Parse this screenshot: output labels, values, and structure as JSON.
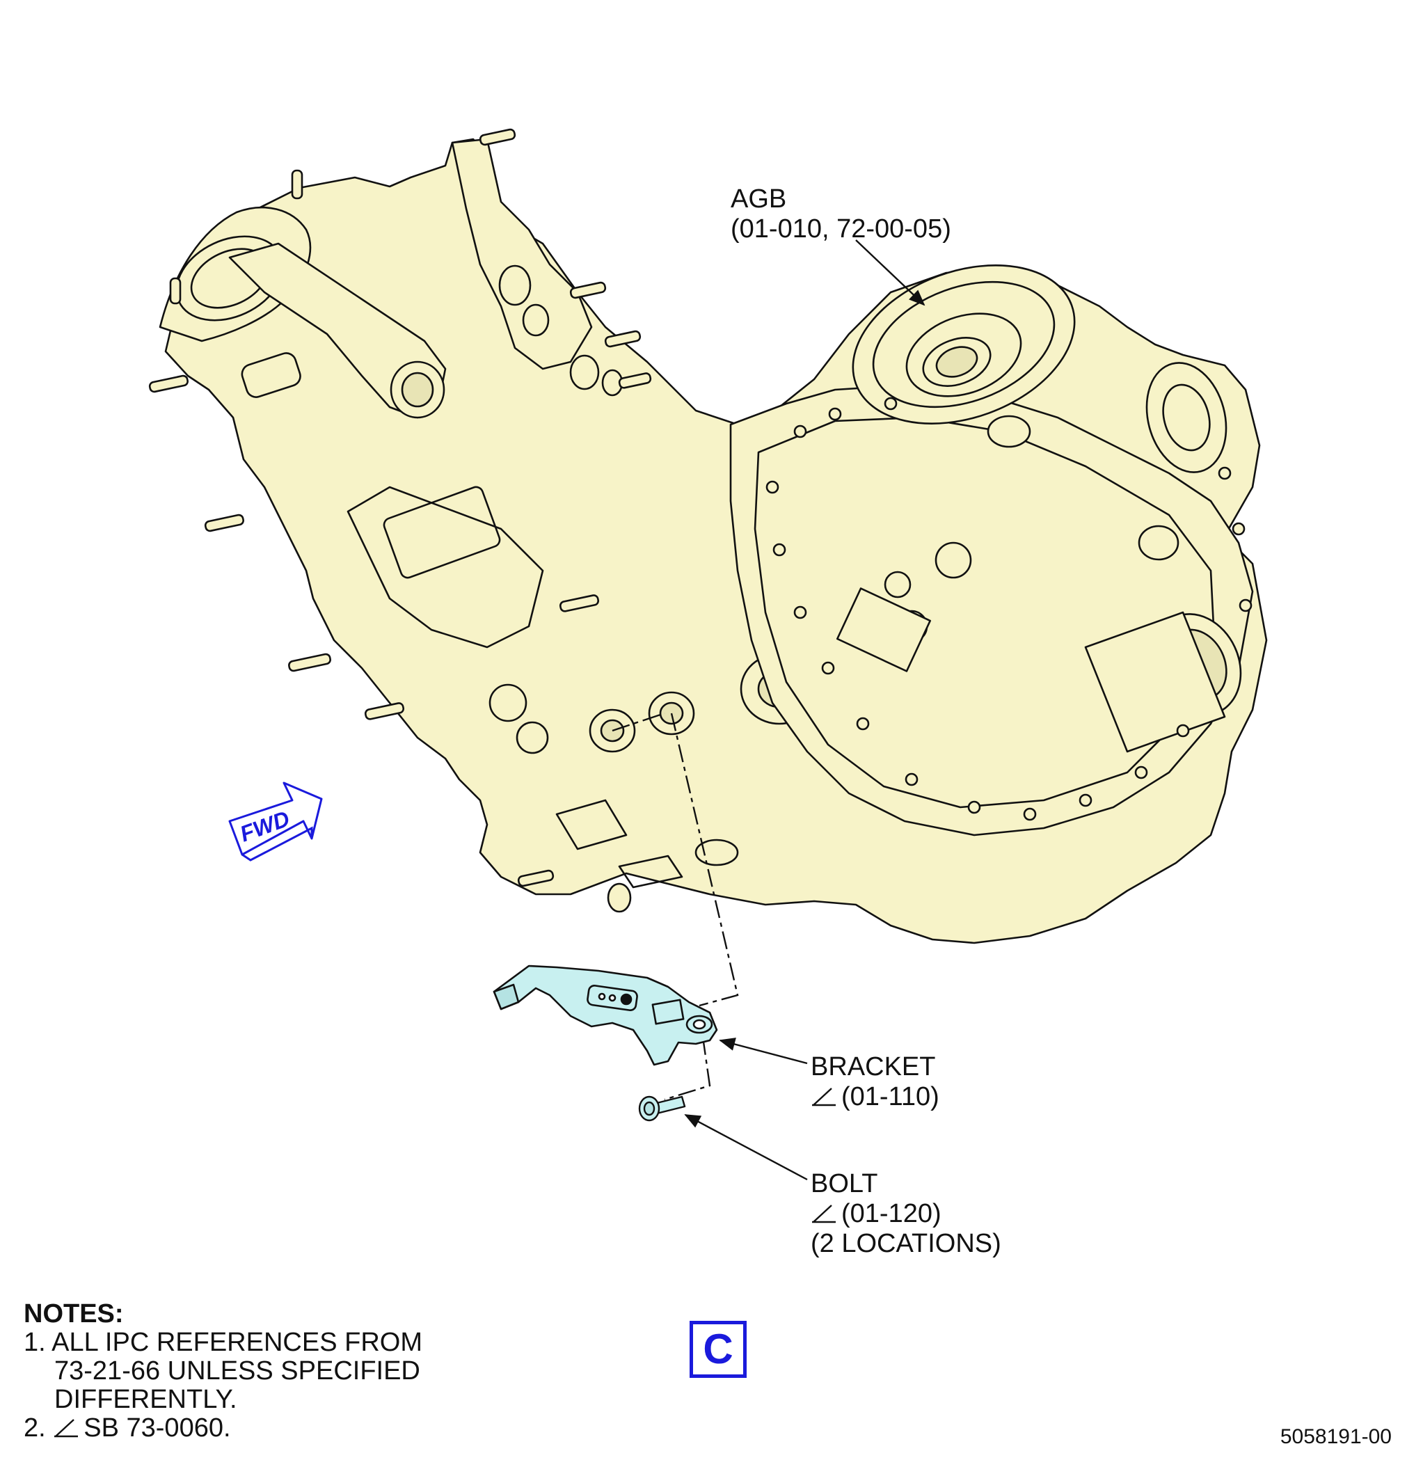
{
  "callouts": {
    "agb": {
      "name": "AGB",
      "ref": "(01-010, 72-00-05)"
    },
    "bracket": {
      "name": "BRACKET",
      "ref": "(01-110)"
    },
    "bolt": {
      "name": "BOLT",
      "ref": "(01-120)",
      "qty": "(2 LOCATIONS)"
    }
  },
  "fwd_arrow": {
    "label": "FWD"
  },
  "notes": {
    "heading": "NOTES:",
    "items": [
      {
        "num": "1.",
        "lines": [
          "ALL IPC REFERENCES FROM",
          "73-21-66 UNLESS SPECIFIED",
          "DIFFERENTLY."
        ]
      },
      {
        "num": "2.",
        "text": "SB 73-0060."
      }
    ]
  },
  "sheet_letter": "C",
  "figure_number": "5058191-00",
  "colors": {
    "housing_fill": "#f7f3c8",
    "part_fill": "#c8f0f0",
    "line": "#111111",
    "accent_blue": "#1a1adc"
  }
}
